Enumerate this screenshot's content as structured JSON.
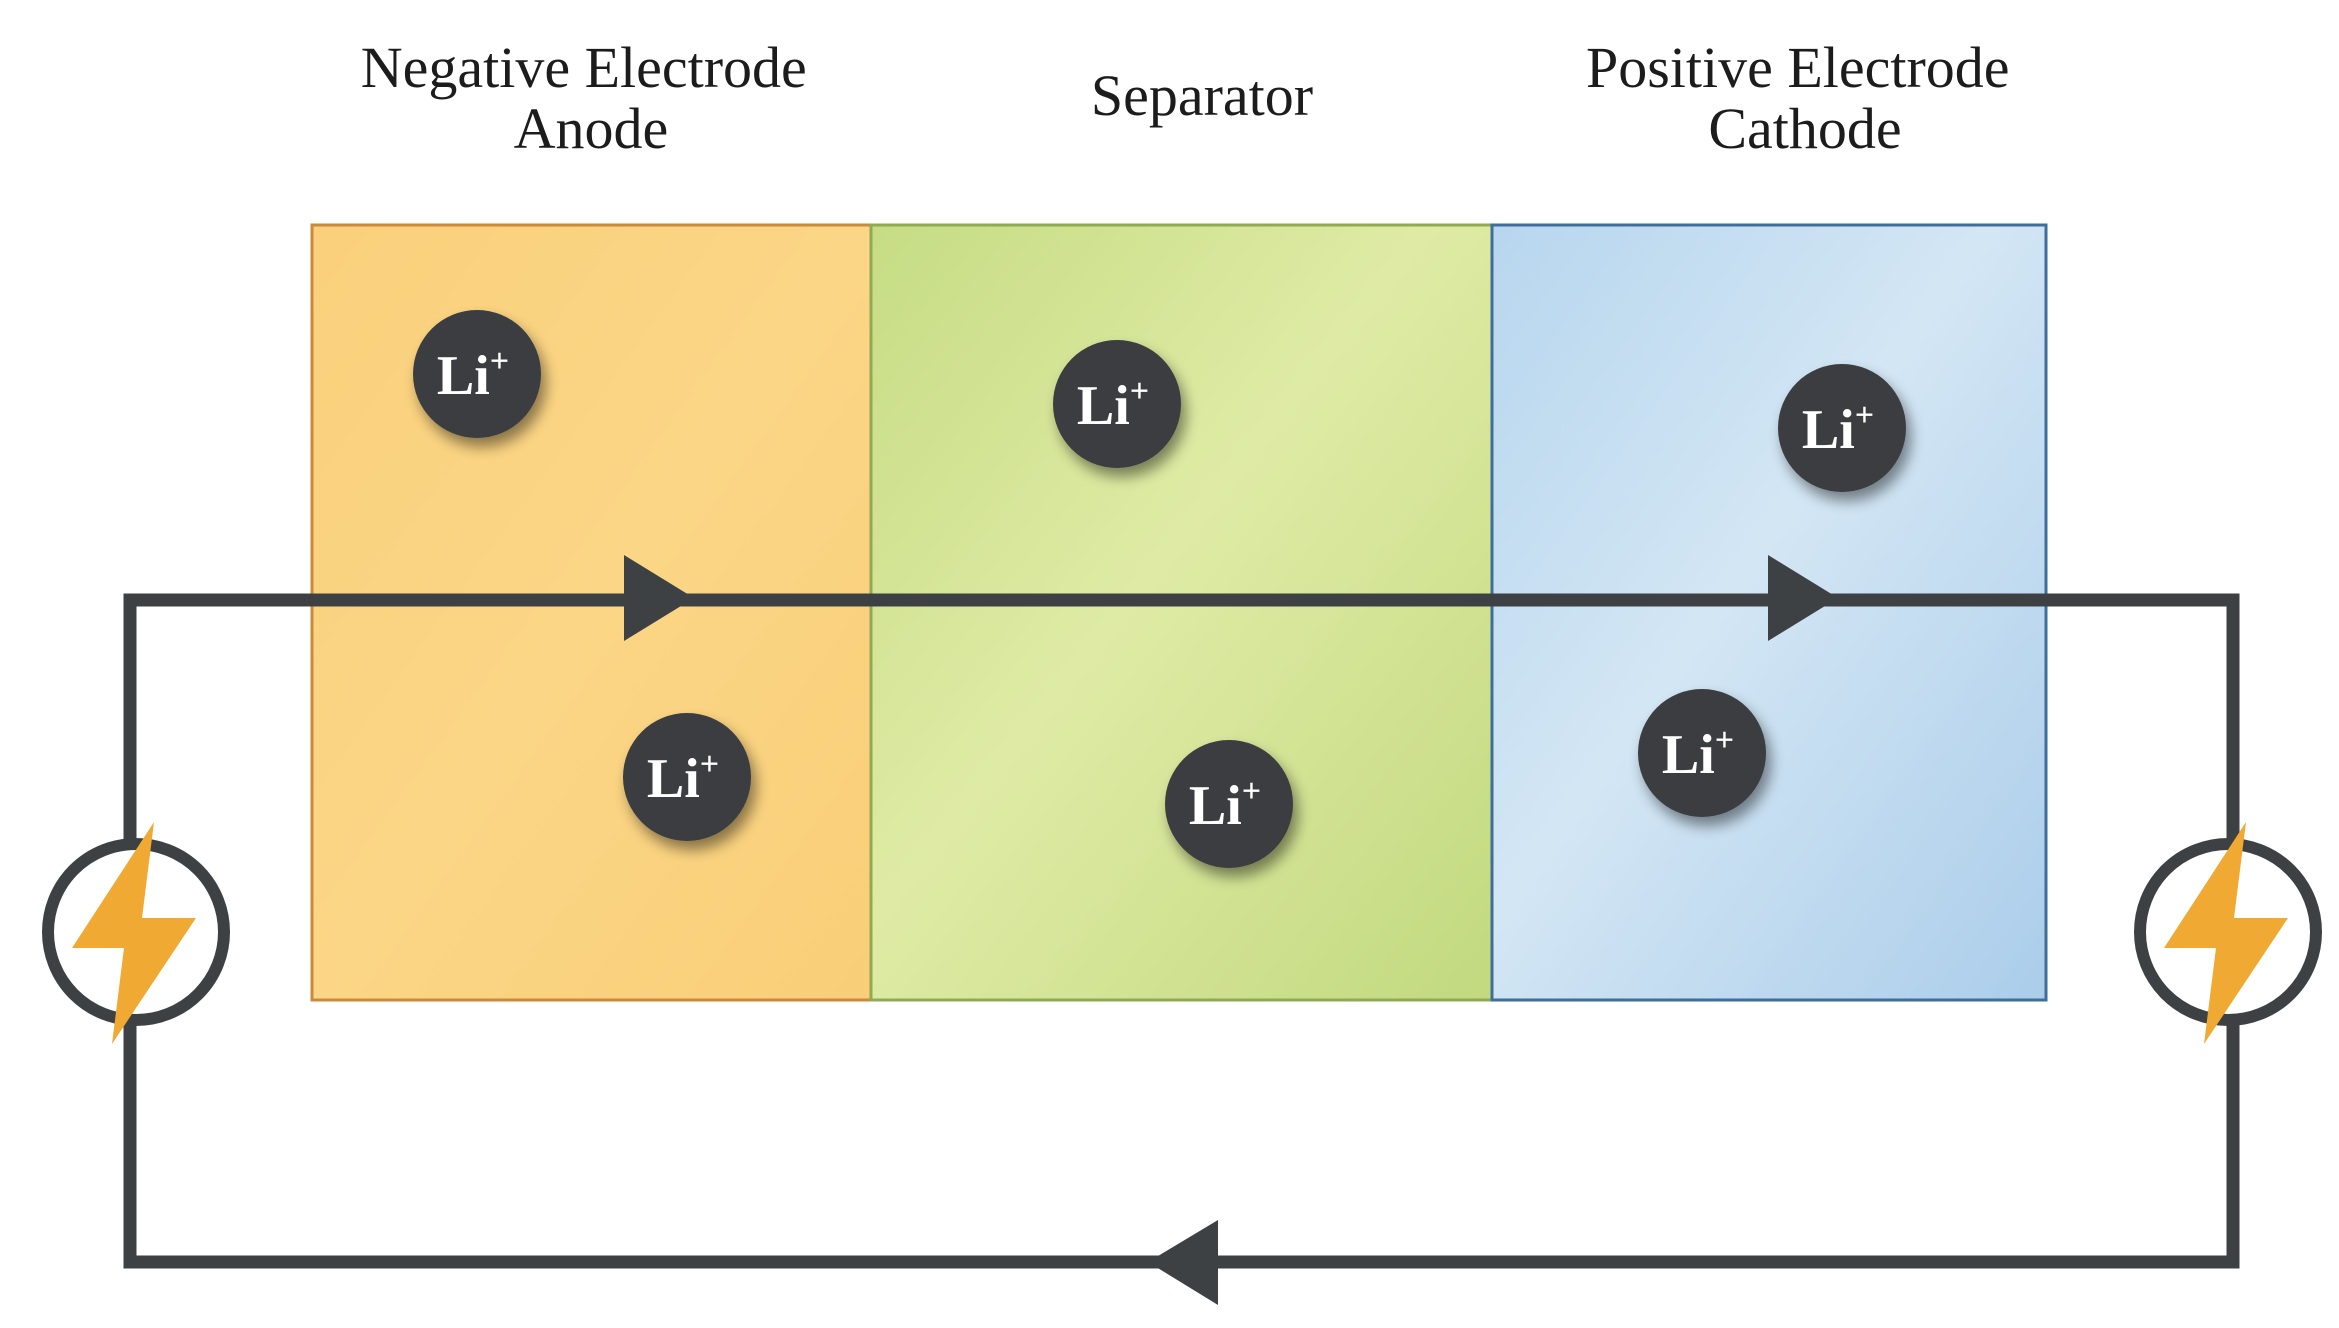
{
  "regions": [
    {
      "id": "anode",
      "lines": [
        "Negative Electrode",
        "Anode"
      ],
      "fill": "#FAD07C",
      "stroke": "#C98A3A",
      "ions": 2
    },
    {
      "id": "separator",
      "lines": [
        "Separator"
      ],
      "fill": "#D2E396",
      "stroke": "#8FAA52",
      "ions": 2
    },
    {
      "id": "cathode",
      "lines": [
        "Positive Electrode",
        "Cathode"
      ],
      "fill": "#C3DDF1",
      "stroke": "#3E6E99",
      "ions": 2
    }
  ],
  "ion": {
    "symbol": "Li",
    "charge": "+",
    "fill": "#3B3D40"
  },
  "circuit": {
    "wire_color": "#3E4144",
    "power_sources": [
      {
        "side": "left",
        "icon": "lightning-bolt-icon",
        "color": "#F0A932"
      },
      {
        "side": "right",
        "icon": "lightning-bolt-icon",
        "color": "#F0A932"
      }
    ],
    "flow_arrows": [
      {
        "wire": "top",
        "direction": "right",
        "count": 2
      },
      {
        "wire": "bottom",
        "direction": "left",
        "count": 1
      }
    ]
  }
}
